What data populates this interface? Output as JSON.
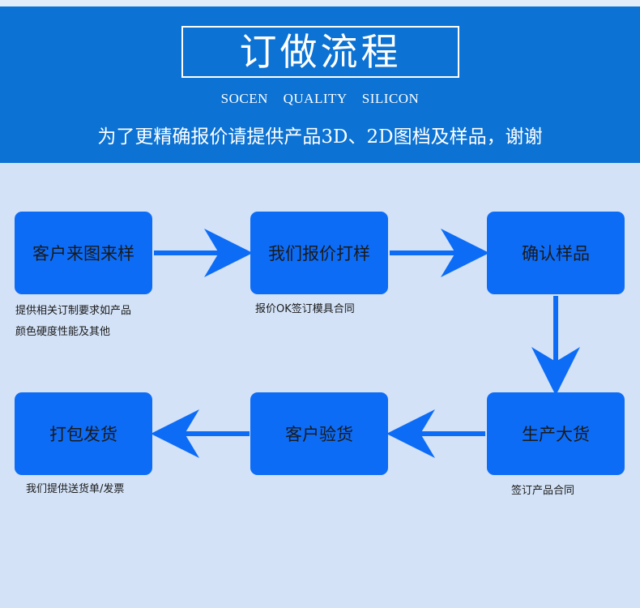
{
  "header": {
    "title": "订做流程",
    "subtitle": "SOCEN QUALITY SILICON",
    "tagline": "为了更精确报价请提供产品3D、2D图档及样品，谢谢"
  },
  "colors": {
    "header_bg": "#0c72d3",
    "page_bg": "#d3e2f7",
    "step_box": "#0d6cf6",
    "arrow": "#0d6cf6"
  },
  "steps": [
    {
      "label": "客户来图来样",
      "note_lines": [
        "提供相关订制要求如产品",
        "颜色硬度性能及其他"
      ]
    },
    {
      "label": "我们报价打样",
      "note_lines": [
        "报价OK签订模具合同"
      ]
    },
    {
      "label": "确认样品",
      "note_lines": []
    },
    {
      "label": "生产大货",
      "note_lines": [
        "签订产品合同"
      ]
    },
    {
      "label": "客户验货",
      "note_lines": []
    },
    {
      "label": "打包发货",
      "note_lines": [
        "我们提供送货单/发票"
      ]
    }
  ],
  "flow": [
    {
      "from": "客户来图来样",
      "to": "我们报价打样"
    },
    {
      "from": "我们报价打样",
      "to": "确认样品"
    },
    {
      "from": "确认样品",
      "to": "生产大货"
    },
    {
      "from": "生产大货",
      "to": "客户验货"
    },
    {
      "from": "客户验货",
      "to": "打包发货"
    }
  ]
}
